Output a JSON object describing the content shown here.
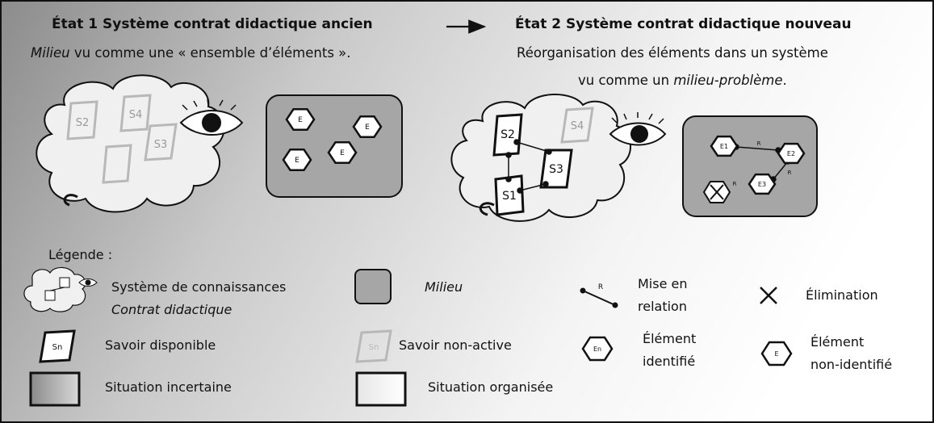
{
  "state1": {
    "title": "État 1 Système contrat didactique ancien",
    "subtitle_italic": "Milieu",
    "subtitle_rest": " vu comme une « ensemble d’éléments ».",
    "savoirs": [
      "S2",
      "S4",
      "S3"
    ],
    "element_label": "E"
  },
  "state2": {
    "title": "État 2 Système contrat didactique nouveau",
    "line2": "Réorganisation des éléments dans un système",
    "line3_pre": "vu comme un ",
    "line3_italic": "milieu-problème",
    "line3_post": ".",
    "savoirs": [
      "S2",
      "S4",
      "S3",
      "S1"
    ],
    "elements": [
      "E1",
      "E2",
      "E3"
    ],
    "relation_label": "R"
  },
  "legend": {
    "heading": "Légende :",
    "connaissances": "Système de connaissances",
    "contrat": "Contrat didactique",
    "milieu": "Milieu",
    "mise_en": "Mise en",
    "relation": "relation",
    "elimination": "Élimination",
    "savoir_dispo": "Savoir disponible",
    "savoir_non_active": "Savoir non-active",
    "element_identifie_1": "Élément",
    "element_identifie_2": "identifié",
    "element_non_identifie_1": "Élément",
    "element_non_identifie_2": "non-identifié",
    "situation_incertaine": "Situation incertaine",
    "situation_organisee": "Situation organisée",
    "sn": "Sn",
    "en": "En",
    "e": "E",
    "r": "R"
  },
  "colors": {
    "background_left": "#8f8f8f",
    "background_right": "#ffffff",
    "milieu_fill": "#a6a6a6",
    "faded_stroke": "#b8b8b8",
    "stroke": "#111111"
  }
}
